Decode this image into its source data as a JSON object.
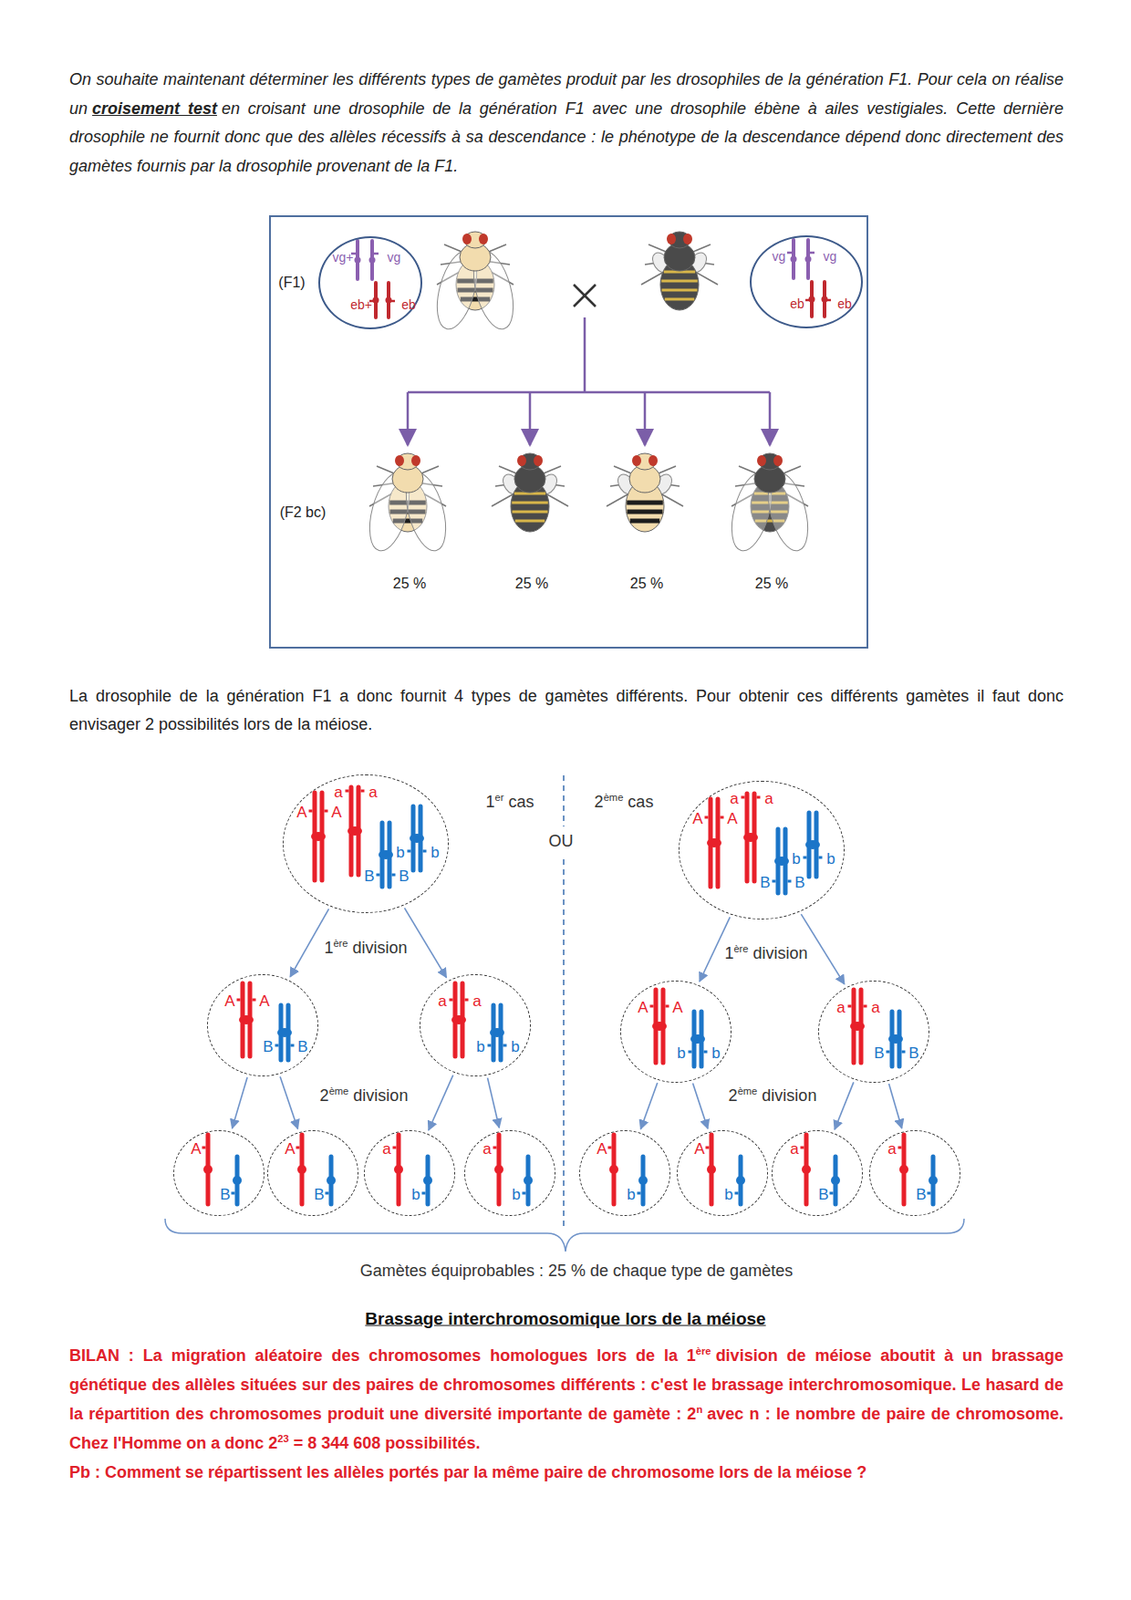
{
  "diagram": {
    "nodes": [
      {
        "text": [
          "(F1)",
          "(F2 bc)",
          "25 %",
          "25 %",
          "25 %",
          "25 %"
        ]
      },
      {
        "text": [
          "vg+",
          "vg",
          "eb+",
          "eb"
        ],
        "in": 0
      },
      {
        "text": [
          "vg",
          "vg",
          "eb",
          "eb"
        ],
        "in": 0
      },
      {
        "text": [
          "A",
          "A",
          "a",
          "a",
          "B",
          "B",
          "b",
          "b"
        ]
      },
      {
        "text": [
          "A",
          "A",
          "B",
          "B"
        ]
      },
      {
        "text": [
          "a",
          "a",
          "b",
          "b"
        ]
      },
      {
        "text": [
          "A",
          "B"
        ]
      },
      {
        "text": [
          "A",
          "B"
        ]
      },
      {
        "text": [
          "a",
          "b"
        ]
      },
      {
        "text": [
          "a",
          "b"
        ]
      },
      {
        "text": [
          "A",
          "A",
          "a",
          "a",
          "B",
          "B",
          "b",
          "b"
        ]
      },
      {
        "text": [
          "A",
          "A",
          "b",
          "b"
        ]
      },
      {
        "text": [
          "a",
          "a",
          "B",
          "B"
        ]
      },
      {
        "text": [
          "A",
          "b"
        ]
      },
      {
        "text": [
          "A",
          "b"
        ]
      },
      {
        "text": [
          "a",
          "B"
        ]
      },
      {
        "text": [
          "a",
          "B"
        ]
      }
    ],
    "edges": [
      {
        "from": 3,
        "to": 4,
        "arrow": "to"
      },
      {
        "from": 3,
        "to": 5,
        "arrow": "to"
      },
      {
        "from": 4,
        "to": 6,
        "arrow": "to"
      },
      {
        "from": 4,
        "to": 7,
        "arrow": "to"
      },
      {
        "from": 5,
        "to": 8,
        "arrow": "to"
      },
      {
        "from": 5,
        "to": 9,
        "arrow": "to"
      },
      {
        "from": 10,
        "to": 11,
        "arrow": "to"
      },
      {
        "from": 10,
        "to": 12,
        "arrow": "to"
      },
      {
        "from": 11,
        "to": 13,
        "arrow": "to"
      },
      {
        "from": 11,
        "to": 14,
        "arrow": "to"
      },
      {
        "from": 12,
        "to": 15,
        "arrow": "to"
      },
      {
        "from": 12,
        "to": 16,
        "arrow": "to"
      }
    ],
    "labels": [
      "On souhaite maintenant déterminer les différents types de gamètes produit par les drosophiles de la génération F1. Pour cela on réalise un",
      "croisement test",
      "en croisant une drosophile de la génération F1 avec une drosophile ébène à ailes vestigiales. Cette dernière drosophile ne fournit donc que des allèles récessifs à sa descendance : le phénotype de la descendance dépend donc directement des gamètes fournis par la drosophile provenant de la F1.",
      "La drosophile de la génération F1 a donc fournit 4 types de gamètes différents. Pour obtenir ces différents gamètes il faut donc envisager 2 possibilités lors de la méiose.",
      "1",
      "er",
      "cas",
      "2",
      "ème",
      "cas",
      "OU",
      "1",
      "ère",
      "division",
      "1",
      "ère",
      "division",
      "2",
      "ème",
      "division",
      "2",
      "ème",
      "division",
      "Gamètes équiprobables : 25 % de chaque type de gamètes",
      "Brassage interchromosomique lors de la méiose",
      "BILAN : La migration aléatoire des chromosomes homologues lors de la 1",
      "ère",
      "division de méiose aboutit à un brassage génétique des allèles situées sur des paires de chromosomes différents : c'est le brassage interchromosomique. Le hasard de la répartition des chromosomes produit une diversité importante de gamète : 2",
      "n",
      "avec n : le nombre de paire de chromosome. Chez l'Homme on a donc 2",
      "23",
      "= 8 344 608 possibilités.",
      "Pb : Comment se répartissent les allèles portés par la même paire de chromosome lors de la méiose ?"
    ]
  }
}
